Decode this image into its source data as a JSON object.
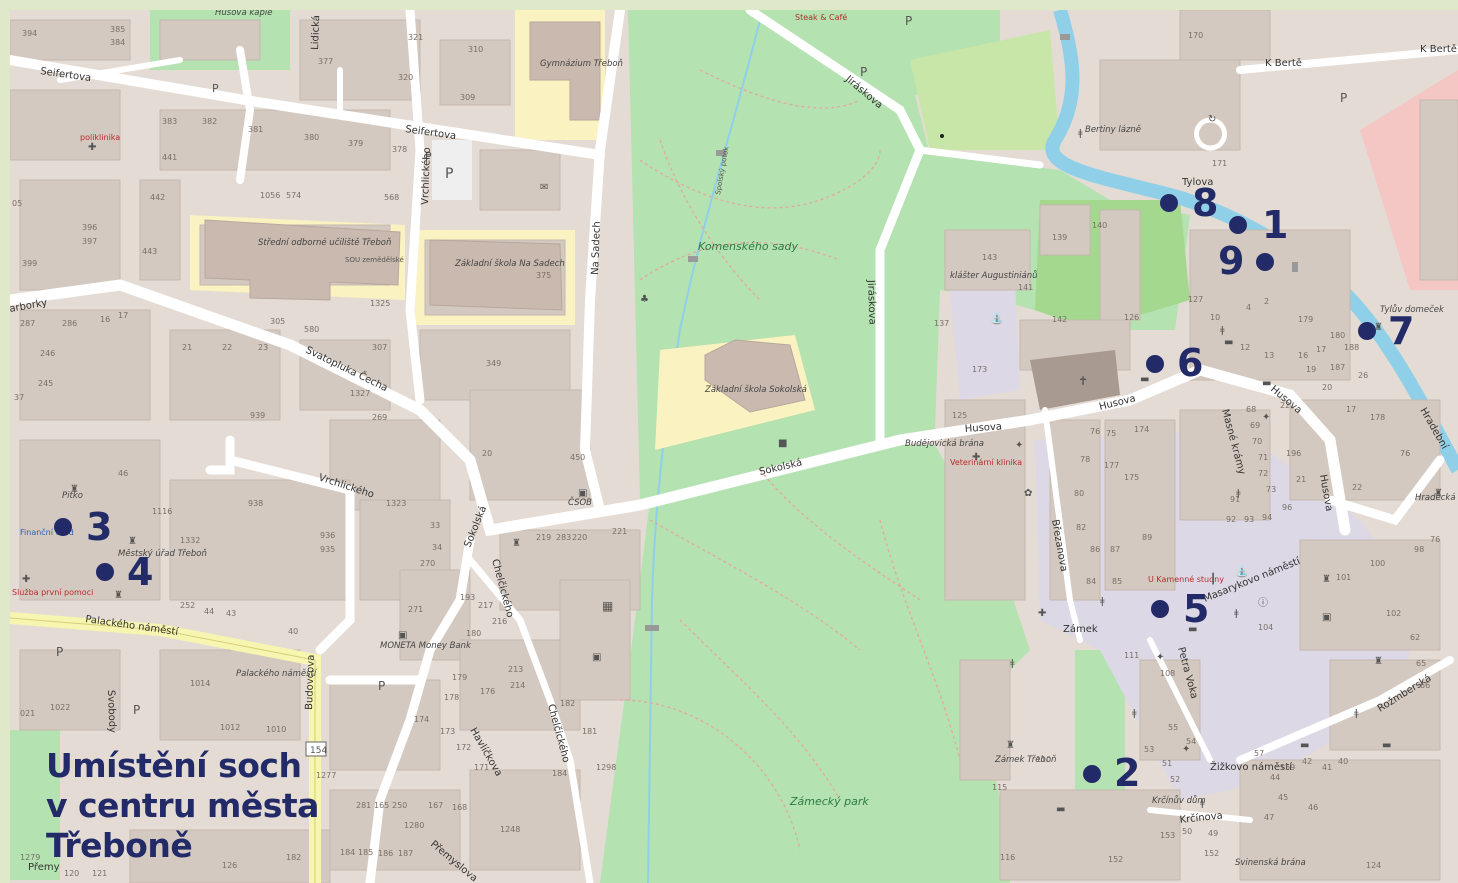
{
  "title": {
    "lines": [
      "Umístění soch",
      "v centru města",
      "Třeboně"
    ]
  },
  "colors": {
    "marker": "#232a68",
    "park": "#b4e2b0",
    "road": "#ffffff",
    "building": "#d4c9c0",
    "school": "#fbf2c1",
    "water": "#8fd0e8",
    "frame": "#dfe8c8"
  },
  "markers": [
    {
      "label": "1"
    },
    {
      "label": "2"
    },
    {
      "label": "3"
    },
    {
      "label": "4"
    },
    {
      "label": "5"
    },
    {
      "label": "6"
    },
    {
      "label": "7"
    },
    {
      "label": "8"
    },
    {
      "label": "9"
    }
  ],
  "streets": {
    "seifertova1": "Seifertova",
    "seifertova2": "Seifertova",
    "vrchlickeho1": "Vrchlického",
    "vrchlickeho2": "Vrchlického",
    "lidicka": "Lidická",
    "na_sadech": "Na Sadech",
    "jiraskova1": "Jiráskova",
    "jiraskova2": "Jiráskova",
    "svatopluka": "Svatopluka Čecha",
    "sokolska1": "Sokolská",
    "sokolska2": "Sokolská",
    "husova1": "Husova",
    "husova2": "Husova",
    "husova3": "Husova",
    "husova4": "Husova",
    "palackeho": "Palackého náměstí",
    "masarykovo": "Masarykovo náměstí",
    "berte": "K Bertě",
    "berte2": "K Bertě",
    "chelcickeho1": "Chelčického",
    "chelcickeho2": "Chelčického",
    "budovcova": "Budovcova",
    "havlickova": "Havlíčkova",
    "premyslova": "Přemyslova",
    "brezanova": "Březanova",
    "petra_voka": "Petra Voka",
    "rozmberska": "Rožmberská",
    "krcinova": "Krčínova",
    "zamek": "Zámek",
    "tylova": "Tylova",
    "masne": "Masné krámy",
    "svobody": "Svobody",
    "hradebni": "Hradební",
    "zizkovo": "Žižkovo náměstí",
    "premy": "Přemy",
    "sporky": "arborky",
    "spolsky": "Spolský potok"
  },
  "places": {
    "gymnazium": "Gymnázium Třeboň",
    "sou": "Střední odborné učiliště Třeboň",
    "sou_zem": "SOU zemědělské",
    "zs_sadech": "Základní škola Na Sadech",
    "zs_sokolska": "Základní škola Sokolská",
    "komenskeho": "Komenského sady",
    "zamecky": "Zámecký park",
    "klaster": "klášter Augustiniánů",
    "bertiny": "Bertiny lázně",
    "budejovicka": "Budějovická brána",
    "zamek_trebon": "Zámek Třeboň",
    "mestsky_urad": "Městský úřad Třeboň",
    "financni": "Finanční úřad",
    "palackeho_nam": "Palackého náměstí",
    "moneta": "MONETA Money Bank",
    "husova_kaple": "Husova kaple",
    "steak": "Steak & Café",
    "pitko": "Pitko",
    "csob": "ČSOB",
    "tyluv": "Tylův domeček",
    "hradecka": "Hradecká brána",
    "svinenska": "Svinenská brána",
    "krcinuv": "Krčínův dům",
    "kamenne": "U Kamenné studny",
    "veterinarni": "Veterinární klinika",
    "sluzba": "Služba první pomoci",
    "poliklinika": "poliklinika"
  }
}
